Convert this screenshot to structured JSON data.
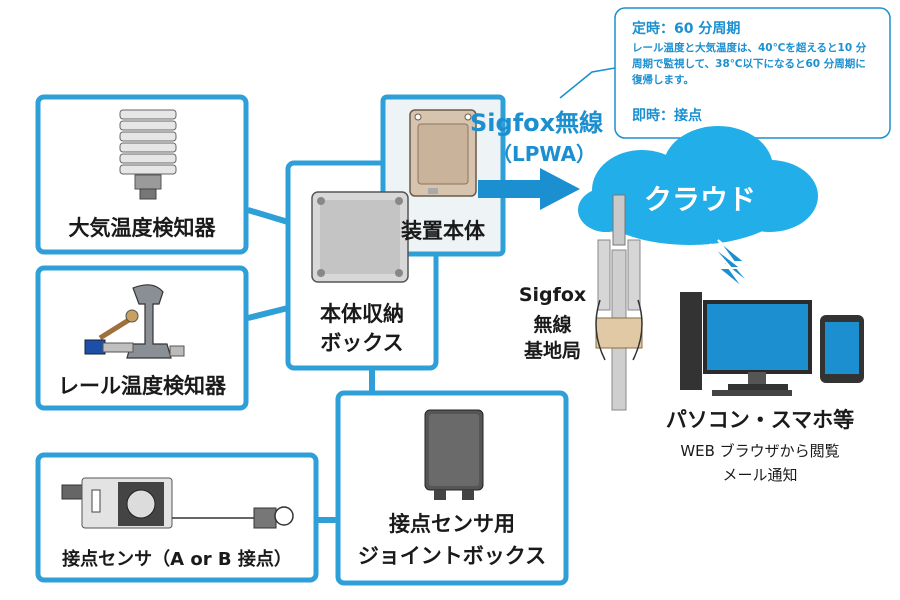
{
  "colors": {
    "line": "#2f9fd8",
    "accent": "#1b8fd0",
    "cloud": "#22aee8",
    "text": "#1a1a1a"
  },
  "boxes": {
    "air_temp": "大気温度検知器",
    "rail_temp": "レール温度検知器",
    "contact_sensor": "接点センサ（A or B 接点）",
    "storage_box_line1": "本体収納",
    "storage_box_line2": "ボックス",
    "device": "装置本体",
    "joint_line1": "接点センサ用",
    "joint_line2": "ジョイントボックス"
  },
  "wireless": {
    "line1": "Sigfox無線",
    "line2": "（LPWA）"
  },
  "cloud": "クラウド",
  "station": {
    "line1": "Sigfox",
    "line2": "無線",
    "line3": "基地局"
  },
  "terminals": {
    "title": "パソコン・スマホ等",
    "line1": "WEB ブラウザから閲覧",
    "line2": "メール通知"
  },
  "callout": {
    "title1": "定時：60 分周期",
    "body": "レール温度と大気温度は、40℃を超えると10 分周期で監視して、38℃以下になると60 分周期に復帰します。",
    "title2": "即時：接点"
  },
  "icons": {
    "air": "radiation-shield-sensor-icon",
    "rail": "rail-clamp-sensor-icon",
    "contact": "contact-sensor-icon",
    "box": "enclosure-box-icon",
    "device": "device-unit-icon",
    "joint": "joint-box-icon",
    "antenna": "base-station-antenna-icon",
    "pc": "desktop-computer-icon",
    "phone": "smartphone-icon"
  }
}
